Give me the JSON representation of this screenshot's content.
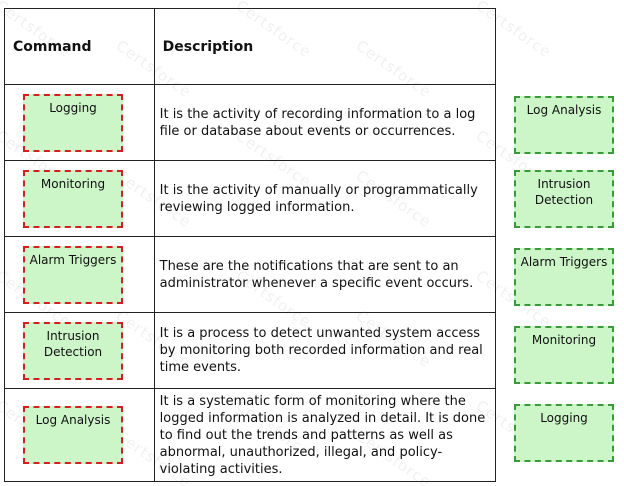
{
  "table": {
    "header": {
      "command": "Command",
      "description": "Description"
    },
    "rows": [
      {
        "slot": "Logging",
        "description": "It is the activity of recording information to a log file or database about events or occurrences."
      },
      {
        "slot": "Monitoring",
        "description": "It is the activity of manually or programmatically reviewing logged information."
      },
      {
        "slot": "Alarm Triggers",
        "description": "These are the notifications that are sent to an administrator whenever a specific event occurs."
      },
      {
        "slot": "Intrusion Detection",
        "description": "It is a process to detect unwanted system access by monitoring both recorded information and real time events."
      },
      {
        "slot": "Log Analysis",
        "description": "It is a systematic form of monitoring where the logged information is analyzed in detail. It is done to find out the trends and patterns as well as abnormal, unauthorized, illegal, and policy-violating activities."
      }
    ]
  },
  "choices": [
    "Log Analysis",
    "Intrusion Detection",
    "Alarm Triggers",
    "Monitoring",
    "Logging"
  ],
  "watermark": "Certsforce",
  "colors": {
    "slot_border": "#d22020",
    "choice_border": "#3a9a3a",
    "tile_fill": "#ccf5c8"
  }
}
